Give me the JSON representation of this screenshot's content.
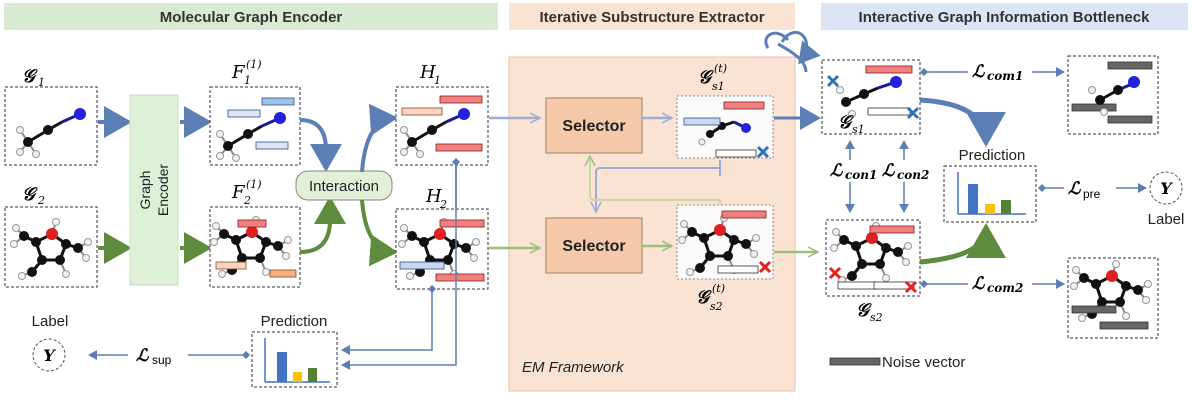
{
  "headers": {
    "encoder": "Molecular Graph Encoder",
    "extractor": "Iterative Substructure Extractor",
    "bottleneck": "Interactive Graph Information Bottleneck"
  },
  "inputs": {
    "g1_symbol": "𝒢",
    "g1_sub": "1",
    "g2_symbol": "𝒢",
    "g2_sub": "2"
  },
  "encoder": {
    "line1": "Graph",
    "line2": "Encoder"
  },
  "features": {
    "f_symbol": "F",
    "f1_sub": "1",
    "f2_sub": "2",
    "f_sup": "(1)",
    "h_symbol": "H",
    "h1_sub": "1",
    "h2_sub": "2"
  },
  "interaction_label": "Interaction",
  "selectors": {
    "top": "Selector",
    "bottom": "Selector"
  },
  "substructures": {
    "symbol": "𝒢",
    "s1_sub": "s1",
    "s2_sub": "s2",
    "sup": "(t)"
  },
  "em_label": "EM Framework",
  "losses": {
    "L": "ℒ",
    "sup_sub": "sup",
    "con1_sub": "con1",
    "con2_sub": "con2",
    "com1_sub": "com1",
    "com2_sub": "com2",
    "pre_sub": "pre"
  },
  "prediction_left": "Prediction",
  "prediction_right": "Prediction",
  "label_left": "Label",
  "label_right": "Label",
  "label_symbol": "Y",
  "noise_legend": "Noise vector",
  "colors": {
    "green_header": "#d9ead3",
    "orange_header": "#fbe3d3",
    "blue_header": "#dbe5f5",
    "em_fill": "#fae3d3",
    "selector_fill": "#f6c9aa",
    "encoder_fill": "#dff0d8",
    "interaction_fill": "#e2f0d9",
    "blue_arrow": "#5b7fb5",
    "green_arrow": "#5e8b3d",
    "bar_blue": "#4472c4",
    "bar_yellow": "#ffc000",
    "bar_green": "#548235",
    "cross_red": "#e8201a",
    "cross_blue": "#2e75b6"
  }
}
